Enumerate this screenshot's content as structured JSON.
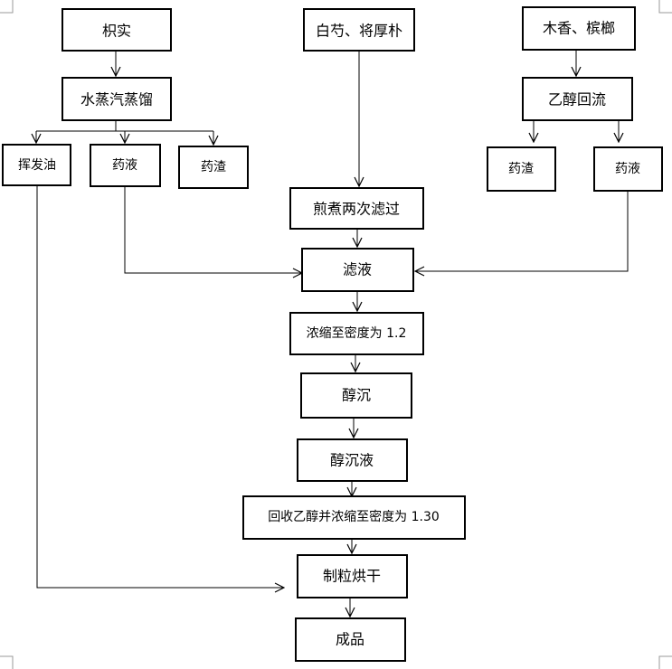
{
  "diagram": {
    "nodes": {
      "zhishi": "枳实",
      "baishao_houpu": "白芍、将厚朴",
      "muxiang_binglang": "木香、槟榔",
      "steam_distill": "水蒸汽蒸馏",
      "ethanol_reflux": "乙醇回流",
      "volatile_oil": "挥发油",
      "liquid_left": "药液",
      "residue_left": "药渣",
      "residue_right": "药渣",
      "liquid_right": "药液",
      "decoct_filter": "煎煮两次滤过",
      "filtrate": "滤液",
      "concentrate": "浓缩至密度为 1.2",
      "alcohol_precip": "醇沉",
      "alcohol_precip_liquid": "醇沉液",
      "recover_concentrate": "回收乙醇并浓缩至密度为 1.30",
      "granulate_dry": "制粒烘干",
      "product": "成品"
    }
  }
}
